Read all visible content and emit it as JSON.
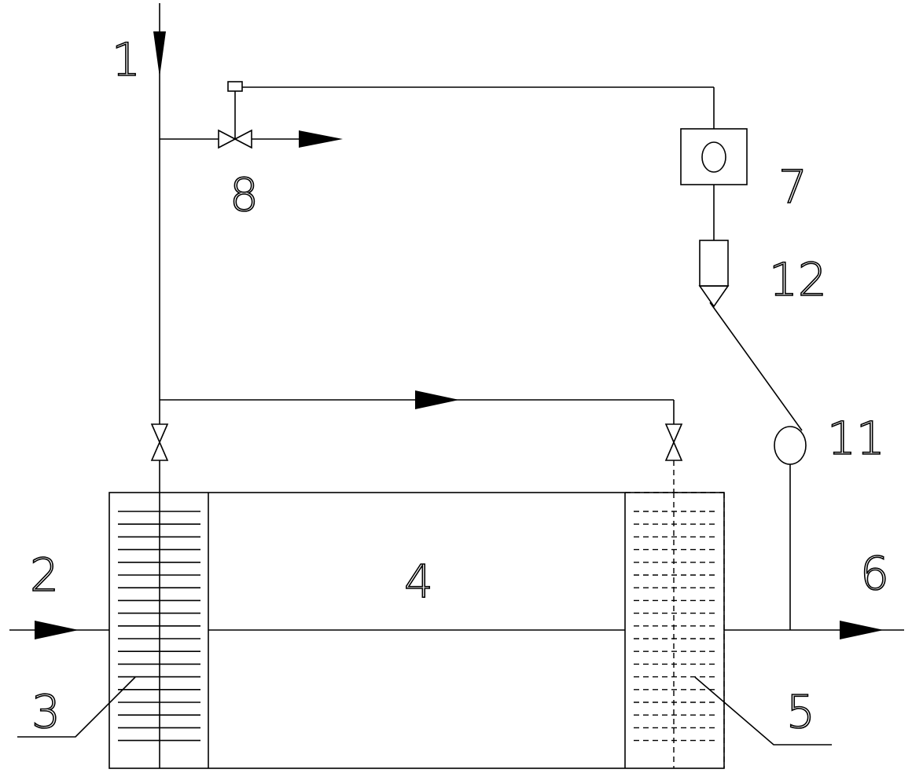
{
  "diagram": {
    "labels": {
      "n1": "1",
      "n2": "2",
      "n3": "3",
      "n4": "4",
      "n5": "5",
      "n6": "6",
      "n7": "7",
      "n8": "8",
      "n11": "11",
      "n12": "12"
    },
    "line_color": "#000000",
    "background": "#ffffff"
  }
}
